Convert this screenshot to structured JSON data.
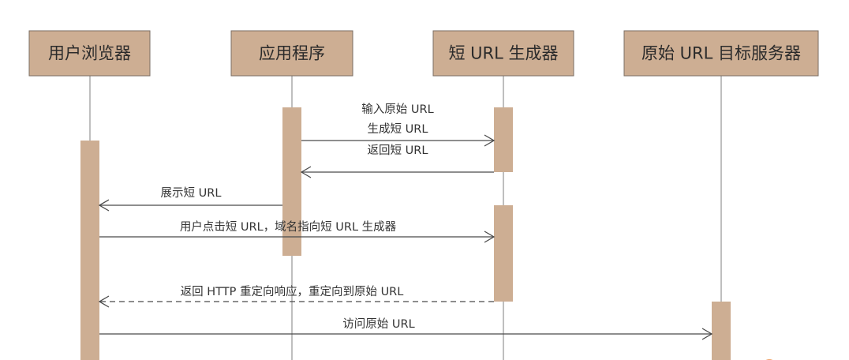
{
  "actors": [
    {
      "id": "browser",
      "label": "用户浏览器"
    },
    {
      "id": "app",
      "label": "应用程序"
    },
    {
      "id": "shortener",
      "label": "短 URL 生成器"
    },
    {
      "id": "origin",
      "label": "原始 URL 目标服务器"
    }
  ],
  "messages": [
    {
      "from": "app",
      "to": "shortener",
      "labels": [
        "输入原始 URL",
        "生成短 URL"
      ],
      "style": "solid"
    },
    {
      "from": "shortener",
      "to": "app",
      "labels": [
        "返回短 URL"
      ],
      "style": "solid"
    },
    {
      "from": "app",
      "to": "browser",
      "labels": [
        "展示短 URL"
      ],
      "style": "solid"
    },
    {
      "from": "browser",
      "to": "shortener",
      "labels": [
        "用户点击短 URL，域名指向短 URL 生成器"
      ],
      "style": "solid"
    },
    {
      "from": "shortener",
      "to": "browser",
      "labels": [
        "返回 HTTP 重定向响应，重定向到原始 URL"
      ],
      "style": "dashed"
    },
    {
      "from": "browser",
      "to": "origin",
      "labels": [
        "访问原始 URL"
      ],
      "style": "solid"
    }
  ],
  "colors": {
    "box_fill": "#cdae93",
    "box_border": "#7a6d63",
    "lifeline": "#7f7f7f",
    "arrow": "#4a4a4a",
    "text": "#2b2b2b",
    "corner_dot": "#f0a46a"
  }
}
